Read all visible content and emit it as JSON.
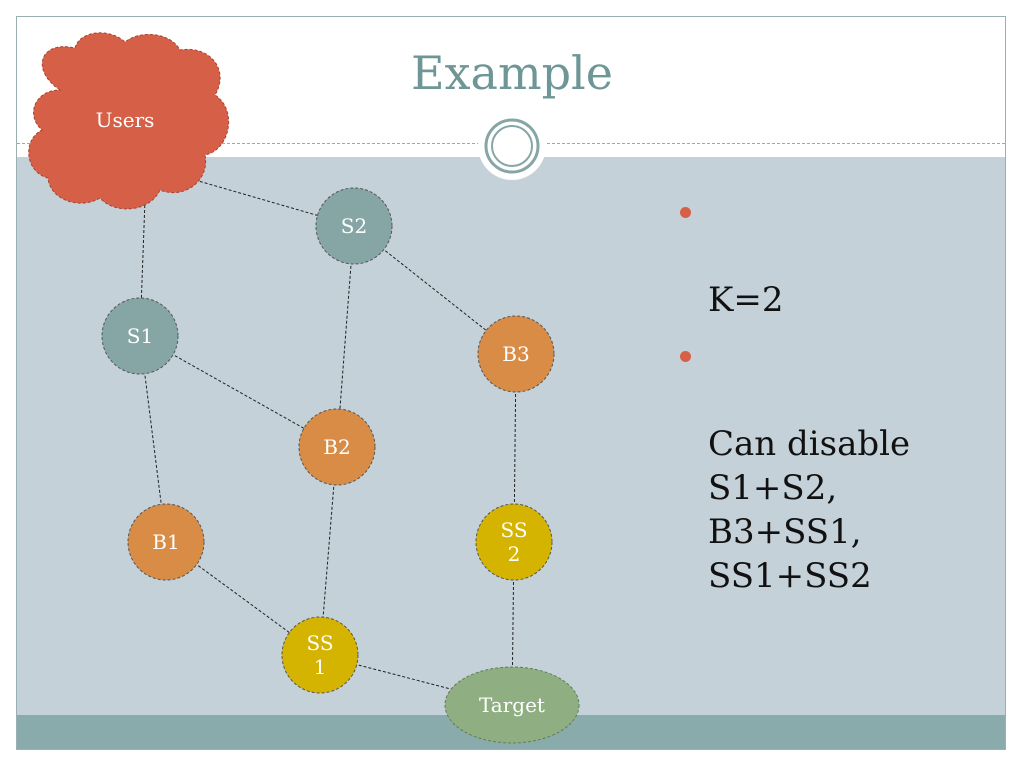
{
  "slide": {
    "title": "Example"
  },
  "colors": {
    "cloud": "#d65f47",
    "server": "#86a6a6",
    "b_node": "#d98c45",
    "ss_node": "#d4b400",
    "target": "#8fae82",
    "content_band": "#c5d1d8",
    "bottom_band": "#8aabab",
    "title": "#6e9696",
    "bullet": "#d65f47"
  },
  "diagram": {
    "nodes": [
      {
        "id": "users",
        "label": "Users",
        "kind": "cloud"
      },
      {
        "id": "s1",
        "label": "S1",
        "kind": "server"
      },
      {
        "id": "s2",
        "label": "S2",
        "kind": "server"
      },
      {
        "id": "b1",
        "label": "B1",
        "kind": "b"
      },
      {
        "id": "b2",
        "label": "B2",
        "kind": "b"
      },
      {
        "id": "b3",
        "label": "B3",
        "kind": "b"
      },
      {
        "id": "ss1",
        "label": "SS\n1",
        "kind": "ss"
      },
      {
        "id": "ss2",
        "label": "SS\n2",
        "kind": "ss"
      },
      {
        "id": "target",
        "label": "Target",
        "kind": "target"
      }
    ],
    "edges": [
      [
        "users",
        "s1"
      ],
      [
        "users",
        "s2"
      ],
      [
        "s1",
        "b1"
      ],
      [
        "s1",
        "b2"
      ],
      [
        "s2",
        "b2"
      ],
      [
        "s2",
        "b3"
      ],
      [
        "b1",
        "ss1"
      ],
      [
        "b2",
        "ss1"
      ],
      [
        "b3",
        "ss2"
      ],
      [
        "ss1",
        "target"
      ],
      [
        "ss2",
        "target"
      ]
    ]
  },
  "bullets": [
    "K=2",
    "Can disable\nS1+S2,\nB3+SS1,\nSS1+SS2"
  ]
}
